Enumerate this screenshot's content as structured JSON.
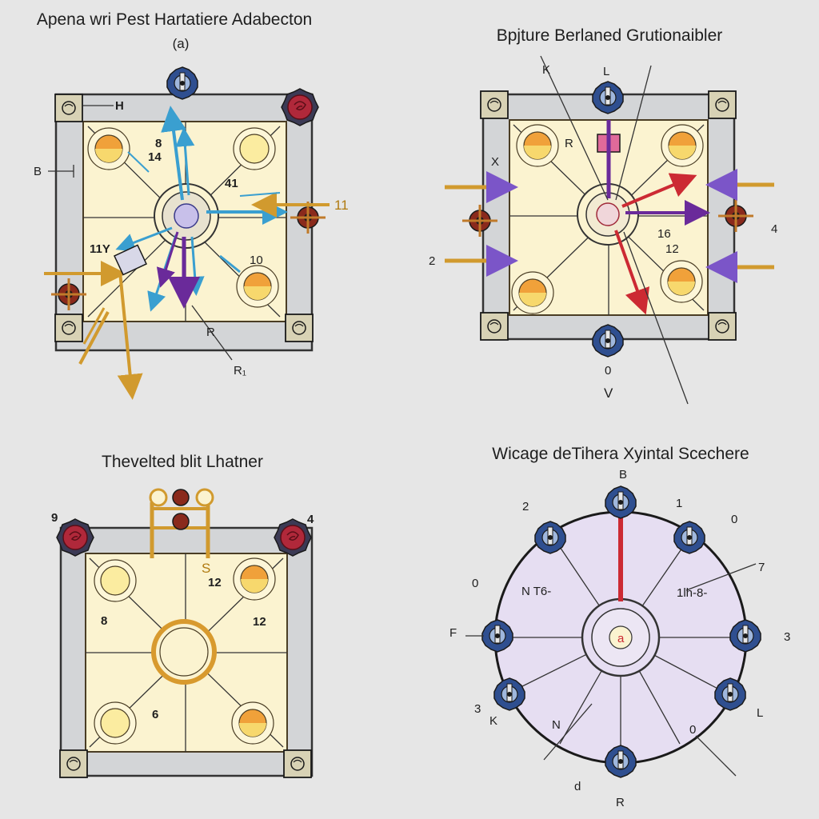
{
  "panels": {
    "a": {
      "title": "Apena wri Pest Hartatiere Adabecton",
      "subtitle": "(a)",
      "labels": [
        "H",
        "B",
        "8",
        "14",
        "41",
        "11",
        "11Y",
        "10",
        "R",
        "R₁"
      ]
    },
    "b": {
      "title": "Bpjture Berlaned Grutionaibler",
      "labels": [
        "K",
        "L",
        "R",
        "X",
        "2",
        "4",
        "16",
        "12",
        "0",
        "V"
      ]
    },
    "c": {
      "title": "Thevelted blit Lhatner",
      "labels": [
        "9",
        "4",
        "12",
        "8",
        "12",
        "6",
        "S"
      ]
    },
    "d": {
      "title": "Wicage deTihera Xyintal Scechere",
      "labels": [
        "B",
        "2",
        "1",
        "0",
        "0",
        "7",
        "N T6-",
        "1lh-8-",
        "F",
        "3",
        "3",
        "K",
        "L",
        "N",
        "0",
        "d",
        "R",
        "a"
      ]
    }
  },
  "colors": {
    "background": "#e6e6e6",
    "frame": "#d3d5d7",
    "field": "#fbf3d0",
    "circle_fill": "#e6def2",
    "arrow_blue": "#3a9fd0",
    "arrow_purple": "#6a2a9a",
    "arrow_orange": "#d19a2e",
    "arrow_red": "#cc2a33",
    "rose_icon": "#b0283a",
    "gear_icon": "#2f4f90"
  }
}
